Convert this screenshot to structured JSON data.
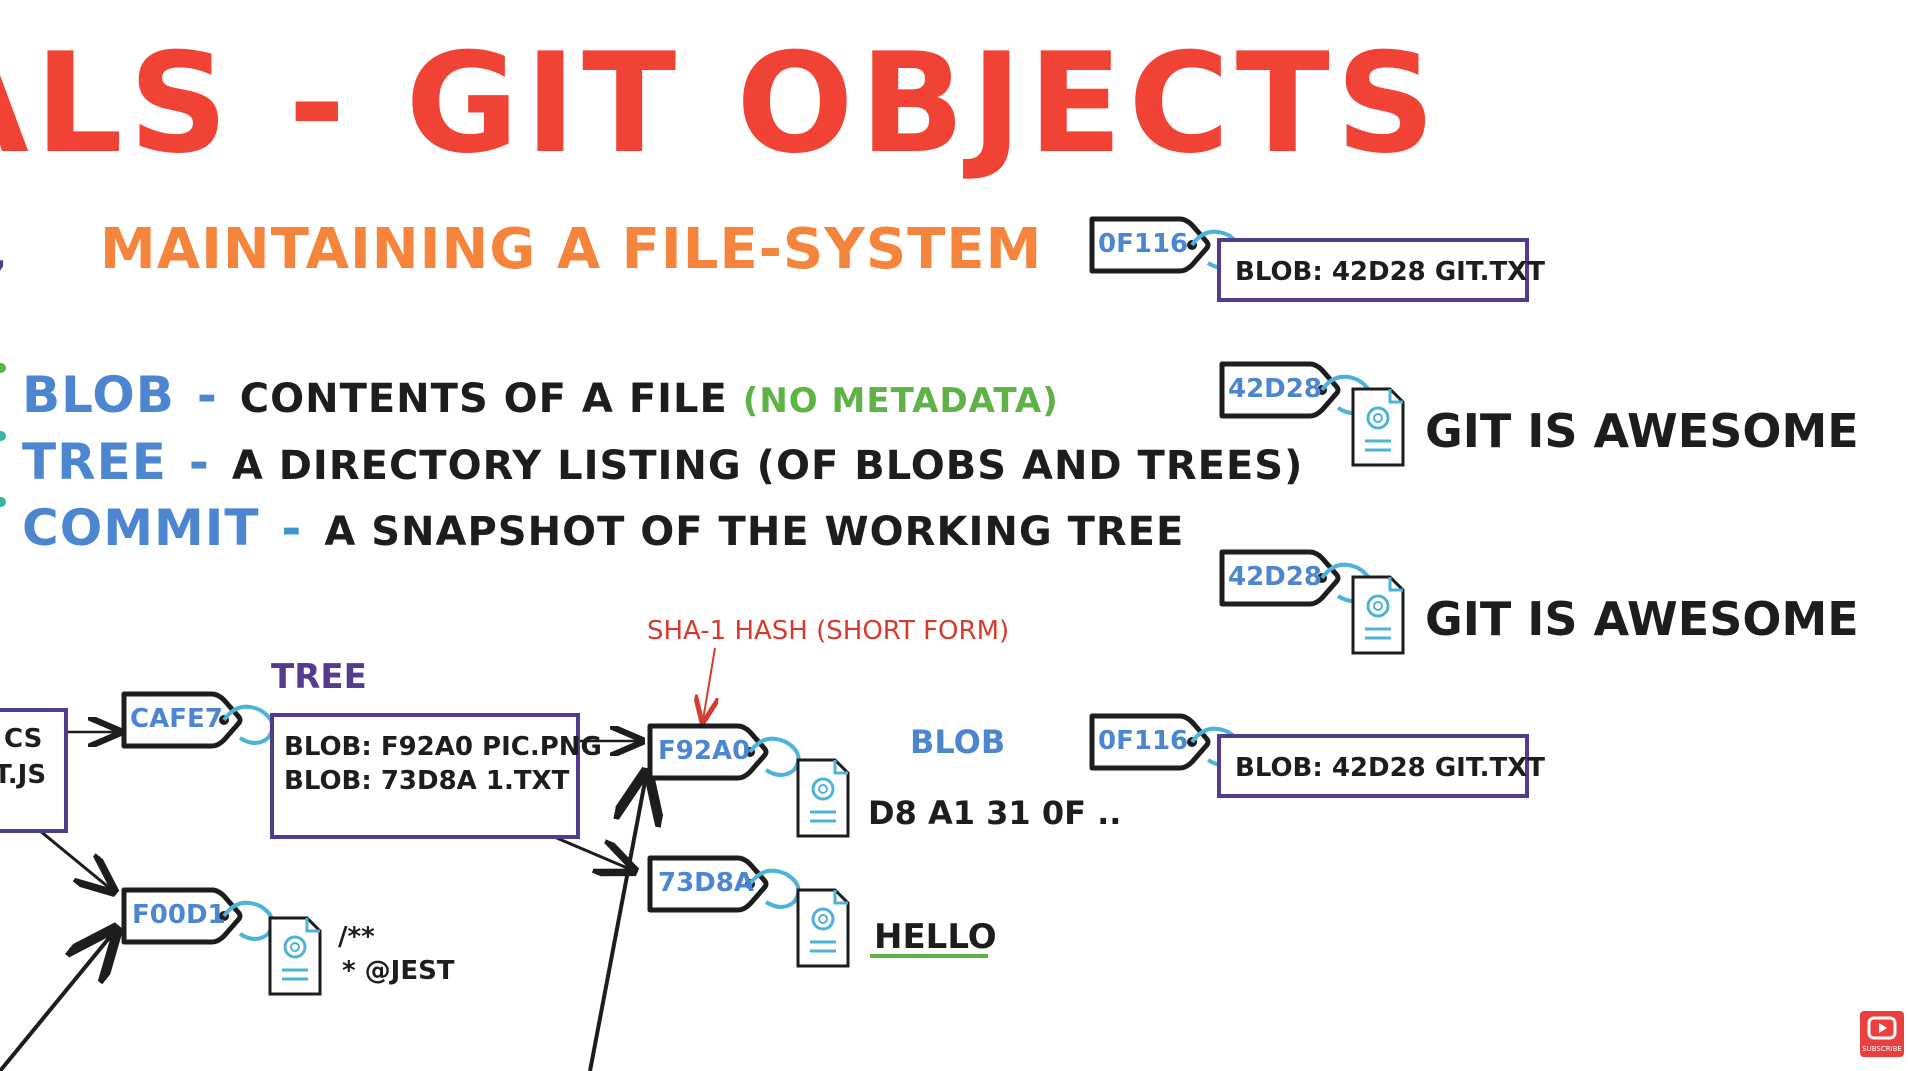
{
  "title": "ALS - GIT OBJECTS",
  "subtitle": "MAINTAINING A FILE-SYSTEM",
  "definitions": [
    {
      "term": "BLOB",
      "dash": "-",
      "text": "CONTENTS OF A FILE",
      "note": "(NO METADATA)"
    },
    {
      "term": "TREE",
      "dash": "-",
      "text": "A DIRECTORY LISTING (OF BLOBS AND TREES)"
    },
    {
      "term": "COMMIT",
      "dash": "-",
      "text": "A SNAPSHOT OF THE WORKING TREE"
    }
  ],
  "diagram": {
    "left_box": {
      "line1": "CS",
      "line2": "T.JS"
    },
    "tree_label": "TREE",
    "tree_tag": "CAFE7",
    "tree_box": {
      "line1": "BLOB: F92A0 PIC.PNG",
      "line2": "BLOB: 73D8A 1.TXT"
    },
    "sha_note": "SHA-1 HASH (SHORT FORM)",
    "blob_label": "BLOB",
    "blob1": {
      "tag": "F92A0",
      "content": "D8 A1 31 0F .."
    },
    "blob2": {
      "tag": "73D8A",
      "content": "HELLO"
    },
    "blob3": {
      "tag": "F00D1",
      "content_line1": "/**",
      "content_line2": "* @JEST"
    }
  },
  "right_panel": {
    "top_tree": {
      "tag": "0F116",
      "box": "BLOB: 42D28 GIT.TXT"
    },
    "blob_a": {
      "tag": "42D28",
      "content": "GIT IS AWESOME"
    },
    "blob_b": {
      "tag": "42D28",
      "content": "GIT IS AWESOME"
    },
    "bottom_tree": {
      "tag": "0F116",
      "box": "BLOB: 42D28 GIT.TXT"
    }
  },
  "subscribe": {
    "label": "SUBSCRIBE"
  },
  "colors": {
    "title": "#f04335",
    "subtitle": "#f5843c",
    "term": "#4d86d0",
    "note": "#5fb246",
    "box_border": "#553b8f",
    "sha_note": "#d93a30",
    "tag_label": "#4d86d0",
    "tree_label": "#553b8f"
  }
}
